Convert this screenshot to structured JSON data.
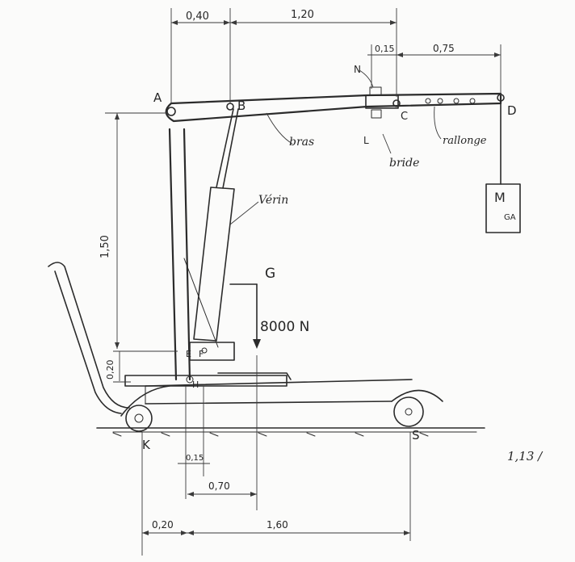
{
  "points": {
    "A": "A",
    "B": "B",
    "C": "C",
    "D": "D",
    "E": "E",
    "F": "F",
    "H": "H",
    "K": "K",
    "S": "S",
    "G": "G",
    "N": "N",
    "L": "L",
    "M": "M",
    "GA": "GA"
  },
  "dimensions": {
    "ab": "0,40",
    "bc": "1,20",
    "nc": "0,15",
    "cd": "0,75",
    "height": "1,50",
    "base": "0,20",
    "ef": "0,15",
    "hg": "0,70",
    "kh": "0,20",
    "hs": "1,60"
  },
  "labels": {
    "bras": "bras",
    "verin": "Vérin",
    "bride": "bride",
    "rallonge": "rallonge",
    "force": "8000 N",
    "note": "1,13 /"
  },
  "colors": {
    "ink": "#2b2b2b",
    "paper": "#fbfbfa"
  }
}
